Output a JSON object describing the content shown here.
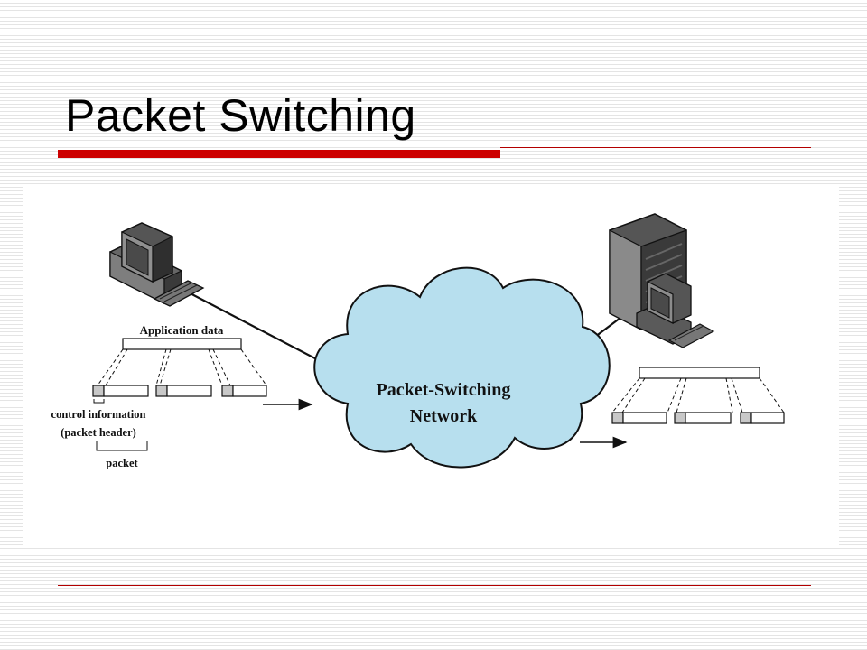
{
  "slide": {
    "title": "Packet Switching"
  },
  "figure": {
    "cloud_label_line1": "Packet-Switching",
    "cloud_label_line2": "Network",
    "sender": {
      "application_data_label": "Application data",
      "control_info_label": "control information",
      "packet_header_label": "(packet header)",
      "packet_label": "packet"
    },
    "colors": {
      "cloud_fill": "#b7dfee",
      "header_block": "#c8c8c8",
      "title_accent": "#cc0000"
    }
  }
}
